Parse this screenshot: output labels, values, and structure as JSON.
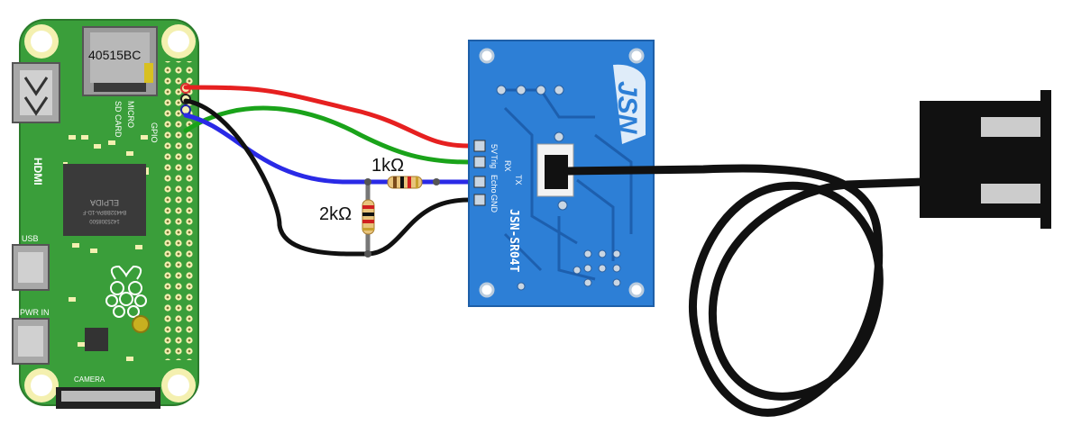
{
  "pi": {
    "sd_chip_label": "40515BC",
    "hdmi_label": "HDMI",
    "micro_sd_label": "MICRO",
    "sd_card_label": "SD CARD",
    "gpio_label": "GPIO",
    "ram_brand": "ELPIDA",
    "ram_code1": "B4432BBPA-1D-F",
    "ram_code2": "1425308500",
    "usb_label": "USB",
    "pwr_label": "PWR IN",
    "camera_label": "CAMERA",
    "board_color": "#3a9e3a",
    "pad_color": "#f4f0b0"
  },
  "resistors": {
    "r1_label": "1kΩ",
    "r2_label": "2kΩ"
  },
  "sensor": {
    "brand": "JSN",
    "model": "JSN-SR04T",
    "pin_labels": [
      "5V",
      "Trig",
      "Echo",
      "GND"
    ],
    "rx_label": "RX",
    "tx_label": "TX",
    "board_color": "#2d7fd6"
  },
  "wires": {
    "red": "#e62020",
    "green": "#1aa31a",
    "blue": "#2a2ae6",
    "black": "#111111"
  },
  "probe_color": "#111111"
}
